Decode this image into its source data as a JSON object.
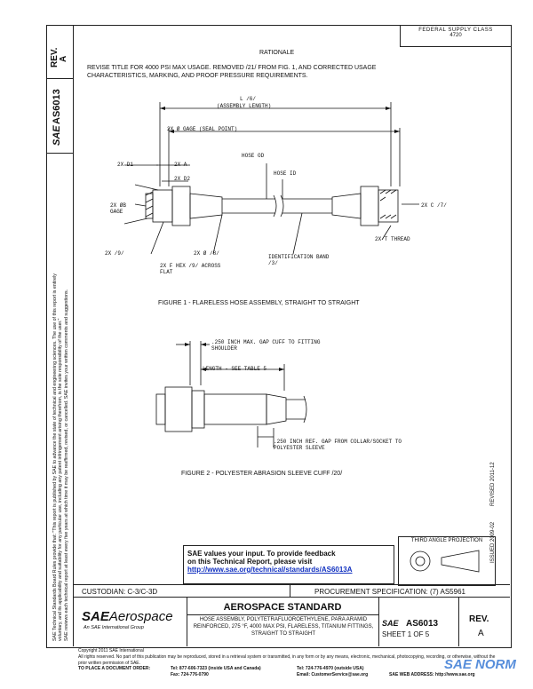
{
  "side": {
    "rev_label": "REV.",
    "rev_value": "A",
    "doc_id": "AS6013",
    "sae_mark": "SAE",
    "notice_1": "SAE Technical Standards Board Rules provide that: \"This report is published by SAE to advance the state of technical and engineering sciences. The use of this report is entirely",
    "notice_2": "voluntary, and its applicability and suitability for any particular use, including any patent infringement arising therefrom, is the sole responsibility of the user.\"",
    "notice_3": "SAE reviews each technical report at least every five years at which time it may be reaffirmed, revised, or cancelled. SAE invites your written comments and suggestions.",
    "issued": "ISSUED 2009-02",
    "revised": "REVISED 2011-12"
  },
  "header": {
    "fsc_line1": "FEDERAL SUPPLY CLASS",
    "fsc_line2": "4720",
    "rationale_title": "RATIONALE",
    "rationale_text": "REVISE TITLE FOR 4000 PSI MAX USAGE. REMOVED /21/ FROM FIG. 1, AND CORRECTED USAGE CHARACTERISTICS, MARKING, AND PROOF PRESSURE REQUIREMENTS."
  },
  "figure1": {
    "length_label": "L /6/",
    "length_sub": "(ASSEMBLY LENGTH)",
    "gage_label": "2X Ø GAGE (SEAL POINT)",
    "d1": "2X D1",
    "a": "2X A",
    "d2": "2X D2",
    "hose_od": "HOSE OD",
    "hose_id": "HOSE ID",
    "b_gage": "2X ØB GAGE",
    "c": "2X C /7/",
    "t_thread": "2X T THREAD",
    "id_band": "IDENTIFICATION BAND /3/",
    "f9": "2X /9/",
    "f8": "2X Ø /8/",
    "hex": "2X F HEX /9/ ACROSS FLAT",
    "caption": "FIGURE 1 - FLARELESS HOSE ASSEMBLY, STRAIGHT TO STRAIGHT"
  },
  "figure2": {
    "gap_max": ".250 INCH MAX. GAP CUFF TO FITTING SHOULDER",
    "length_note": "LENGTH - SEE TABLE 5",
    "gap_ref": ".250 INCH REF. GAP FROM COLLAR/SOCKET TO POLYESTER SLEEVE",
    "caption": "FIGURE 2 - POLYESTER ABRASION SLEEVE CUFF /20/"
  },
  "feedback": {
    "line1": "SAE values your input. To provide feedback",
    "line2": "on this Technical Report, please visit",
    "url": "http://www.sae.org/technical/standards/AS6013A"
  },
  "projection": {
    "label": "THIRD ANGLE PROJECTION"
  },
  "title_block": {
    "custodian": "CUSTODIAN: C-3/C-3D",
    "procurement": "PROCUREMENT SPECIFICATION: (7) AS5961",
    "logo_sae": "SAE",
    "logo_aerospace": "Aerospace",
    "logo_sub": "An SAE International Group",
    "standard_title": "AEROSPACE STANDARD",
    "desc": "HOSE ASSEMBLY, POLYTETRAFLUOROETHYLENE, PARA ARAMID REINFORCED, 275 °F, 4000 MAX PSI, FLARELESS, TITANIUM FITTINGS, STRAIGHT TO STRAIGHT",
    "doc_sae": "SAE",
    "doc_number": "AS6013",
    "sheet": "SHEET 1 OF 5",
    "rev_label": "REV.",
    "rev_value": "A"
  },
  "footer": {
    "copyright": "Copyright 2011 SAE International",
    "rights": "All rights reserved. No part of this publication may be reproduced, stored in a retrieval system or transmitted, in any form or by any means, electronic, mechanical, photocopying, recording, or otherwise, without the prior written permission of SAE.",
    "order_label": "TO PLACE A DOCUMENT ORDER:",
    "tel1": "Tel: 877-606-7323 (inside USA and Canada)",
    "tel2": "Tel: 724-776-4970 (outside USA)",
    "fax": "Fax: 724-776-0790",
    "email": "Email: CustomerService@sae.org",
    "web": "SAE WEB ADDRESS: http://www.sae.org",
    "watermark": "SAE NORM"
  }
}
